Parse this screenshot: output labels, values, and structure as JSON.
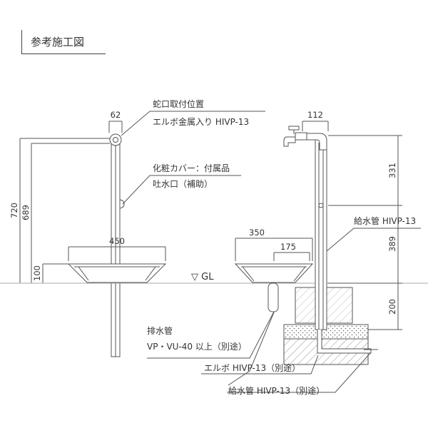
{
  "title": "参考施工図",
  "labels": {
    "faucet_position": "蛇口取付位置",
    "elbow_metal": "エルボ金属入り HIVP-13",
    "cover": "化粧カバー：付属品",
    "spout": "吐水口（補助）",
    "drain_pipe": "排水管",
    "drain_spec": "VP・VU-40 以上（別途）",
    "supply_pipe_right": "給水管 HIVP-13",
    "elbow_separate": "エルボ HIVP-13（別途）",
    "supply_pipe_separate": "給水管 HIVP-13（別途）",
    "gl": "▽ GL"
  },
  "dimensions": {
    "d62": "62",
    "d720": "720",
    "d689": "689",
    "d450": "450",
    "d100": "100",
    "d112": "112",
    "d350": "350",
    "d175": "175",
    "d331": "331",
    "d389": "389",
    "d200": "200"
  },
  "colors": {
    "line": "#555555",
    "text": "#333333",
    "fill": "#ffffff"
  }
}
